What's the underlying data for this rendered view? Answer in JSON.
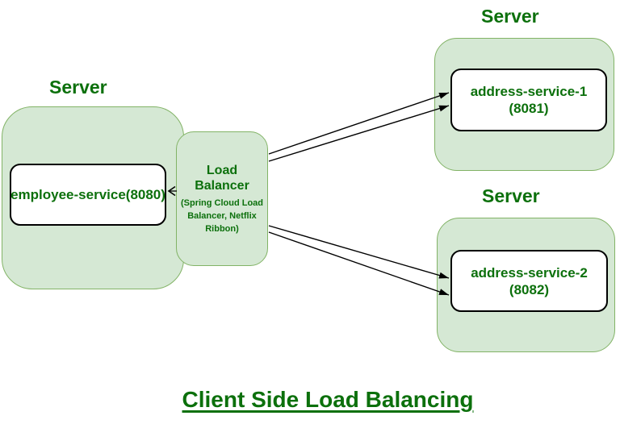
{
  "diagram": {
    "title": "Client Side Load Balancing",
    "colors": {
      "node_fill": "#d5e8d4",
      "node_border": "#82b366",
      "text_green": "#0c700c",
      "inner_box_border": "#000000",
      "arrow": "#000000",
      "background": "#ffffff"
    },
    "left_server": {
      "label": "Server",
      "service": "employee-service(8080)"
    },
    "load_balancer": {
      "title": "Load Balancer",
      "sub_lines": [
        "(Spring Cloud Load",
        "Balancer, Netflix",
        "Ribbon)"
      ]
    },
    "server_1": {
      "label": "Server",
      "service_name": "address-service-1",
      "service_port": "(8081)"
    },
    "server_2": {
      "label": "Server",
      "service_name": "address-service-2",
      "service_port": "(8082)"
    }
  }
}
